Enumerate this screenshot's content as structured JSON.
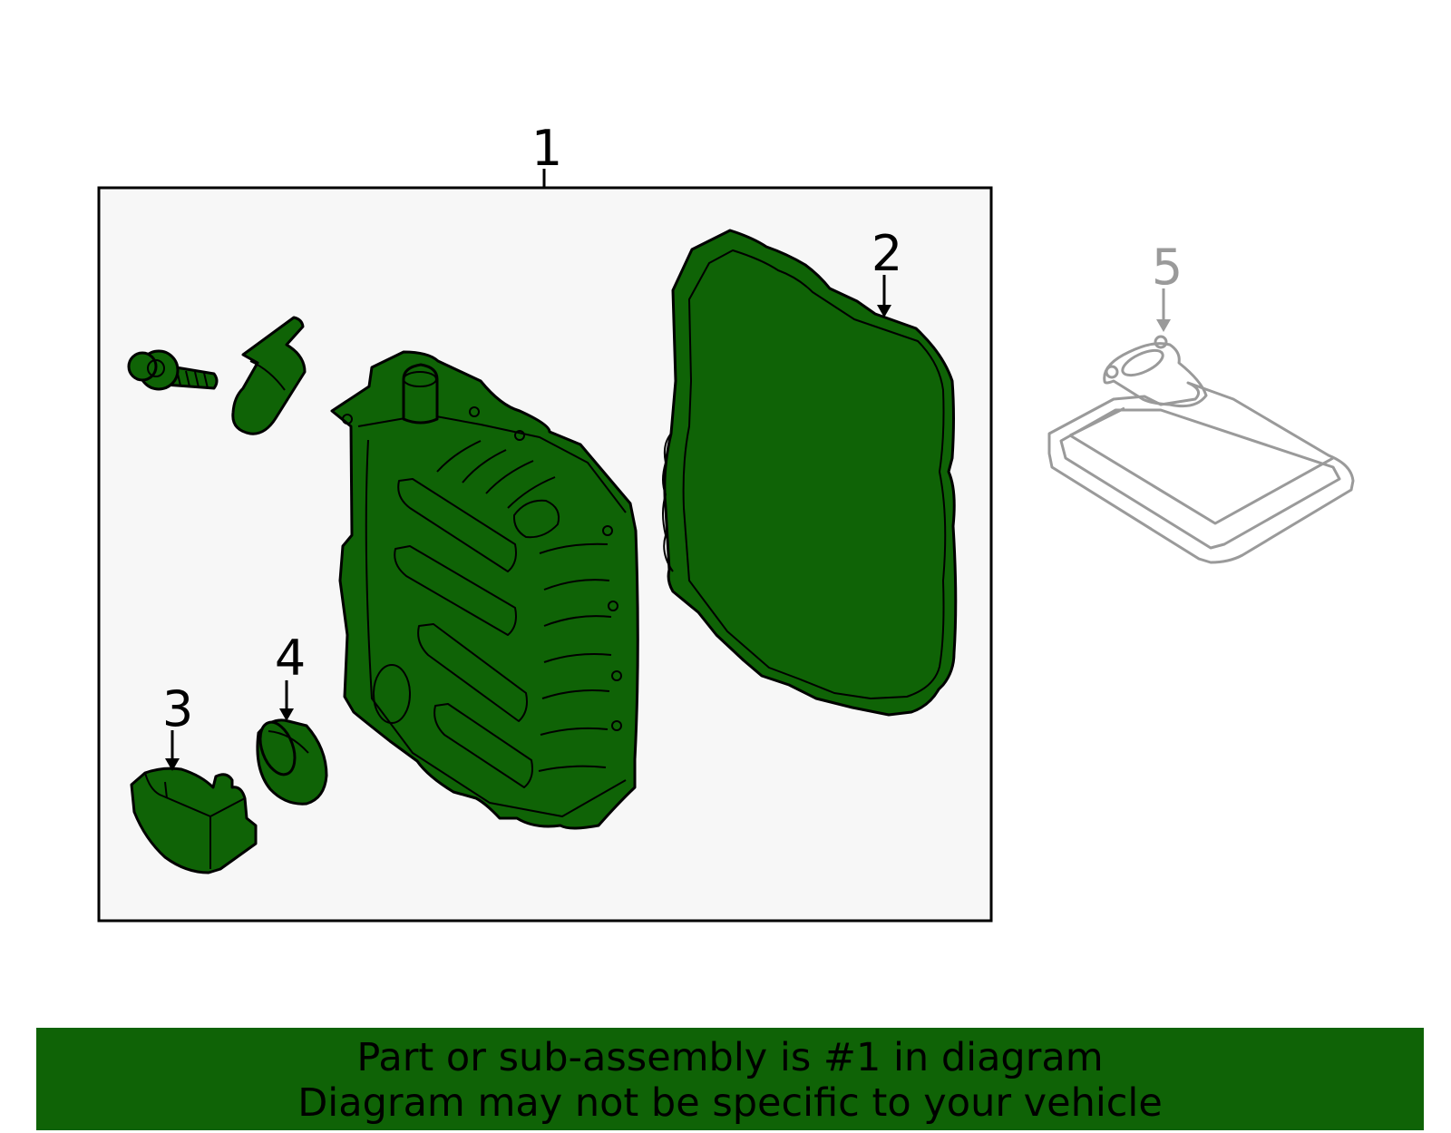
{
  "callouts": {
    "c1": "1",
    "c2": "2",
    "c3": "3",
    "c4": "4",
    "c5": "5"
  },
  "banner": {
    "line1": "Part or sub-assembly is #1 in diagram",
    "line2": "Diagram may not be specific to your vehicle"
  },
  "colors": {
    "part_fill": "#0f6306",
    "outline": "#000000",
    "box_fill": "#f7f7f7",
    "ghost_part": "#9a9a9a",
    "banner_bg": "#0f6306"
  },
  "icons": {
    "bolt": "bolt-icon",
    "clip": "bracket-clip-icon",
    "oil_pan": "oil-pan-icon",
    "gasket": "gasket-icon",
    "sensor": "sensor-housing-icon",
    "seal": "seal-ring-icon",
    "filter": "transmission-filter-icon"
  }
}
